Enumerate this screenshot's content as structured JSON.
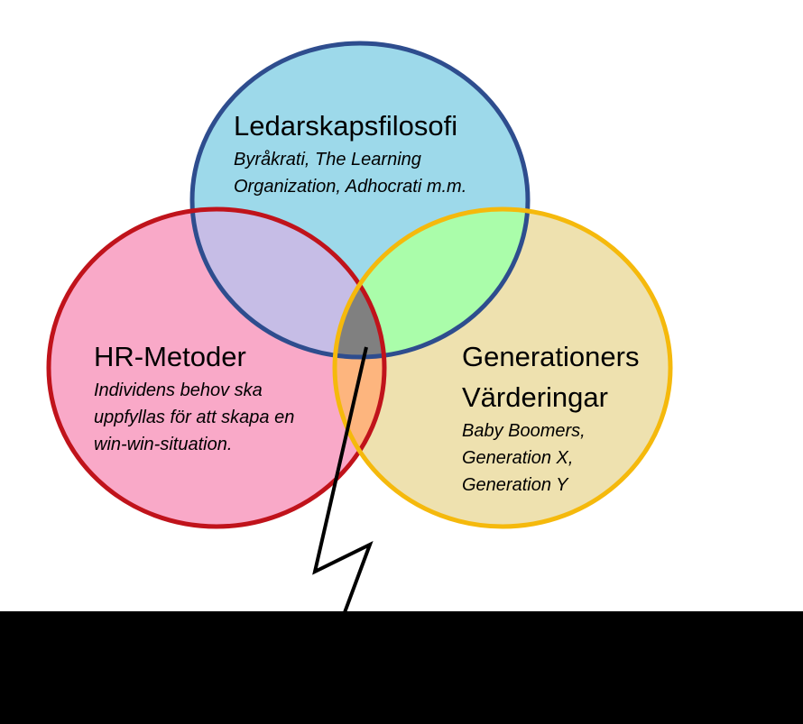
{
  "diagram": {
    "type": "venn-3",
    "colors": {
      "leadership_fill": "#9DD9EA",
      "leadership_stroke": "#2E4D8E",
      "hr_fill": "#F9A9C8",
      "hr_stroke": "#C0131B",
      "generations_fill": "#EEE1AF",
      "generations_stroke": "#F5B90C",
      "overlap_leadership_hr": "#C6BDE6",
      "overlap_leadership_generations": "#AAFDAA",
      "overlap_hr_generations": "#FDB57E",
      "overlap_all": "#808080",
      "lightning": "#000000",
      "bottom_bar": "#000000"
    },
    "circles": {
      "leadership": {
        "title": "Ledarskapsfilosofi",
        "desc_line1": "Byråkrati, The Learning",
        "desc_line2": "Organization, Adhocrati m.m."
      },
      "hr": {
        "title": "HR-Metoder",
        "desc_line1": "Individens behov ska",
        "desc_line2": "uppfyllas för att skapa en",
        "desc_line3": "win-win-situation."
      },
      "generations": {
        "title_line1": "Generationers",
        "title_line2": "Värderingar",
        "desc_line1": "Baby Boomers,",
        "desc_line2": "Generation X,",
        "desc_line3": "Generation Y"
      }
    },
    "lightning_icon": "lightning-bolt"
  }
}
